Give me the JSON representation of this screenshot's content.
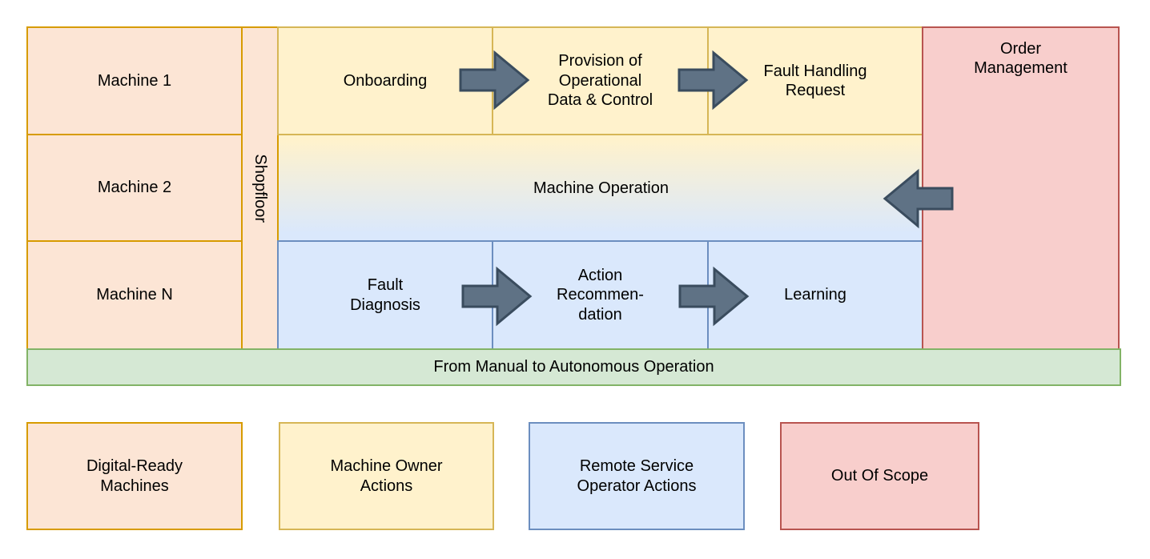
{
  "colors": {
    "peach_fill": "#FCE5D5",
    "peach_border": "#D79B00",
    "yellow_fill": "#FFF2CC",
    "yellow_border": "#D6B656",
    "blue_fill": "#DAE8FC",
    "blue_border": "#6C8EBF",
    "red_fill": "#F8CECC",
    "red_border": "#B85450",
    "green_fill": "#D5E8D4",
    "green_border": "#82B366",
    "arrow_fill": "#5F7285",
    "arrow_border": "#3A4C5E",
    "text": "#000000"
  },
  "diagram": {
    "machines": [
      {
        "label": "Machine 1"
      },
      {
        "label": "Machine 2"
      },
      {
        "label": "Machine N"
      }
    ],
    "shopfloor_label": "Shopfloor",
    "owner_steps": [
      {
        "label": "Onboarding"
      },
      {
        "label": "Provision of\nOperational\nData & Control"
      },
      {
        "label": "Fault Handling\nRequest"
      }
    ],
    "machine_operation_label": "Machine Operation",
    "operator_steps": [
      {
        "label": "Fault\nDiagnosis"
      },
      {
        "label": "Action\nRecommen-\ndation"
      },
      {
        "label": "Learning"
      }
    ],
    "order_management_label": "Order\nManagement",
    "bottom_banner_label": "From Manual to Autonomous Operation"
  },
  "legend": [
    {
      "label": "Digital-Ready\nMachines",
      "style": "peach"
    },
    {
      "label": "Machine Owner\nActions",
      "style": "yellow"
    },
    {
      "label": "Remote Service\nOperator Actions",
      "style": "blue"
    },
    {
      "label": "Out Of Scope",
      "style": "red"
    }
  ]
}
